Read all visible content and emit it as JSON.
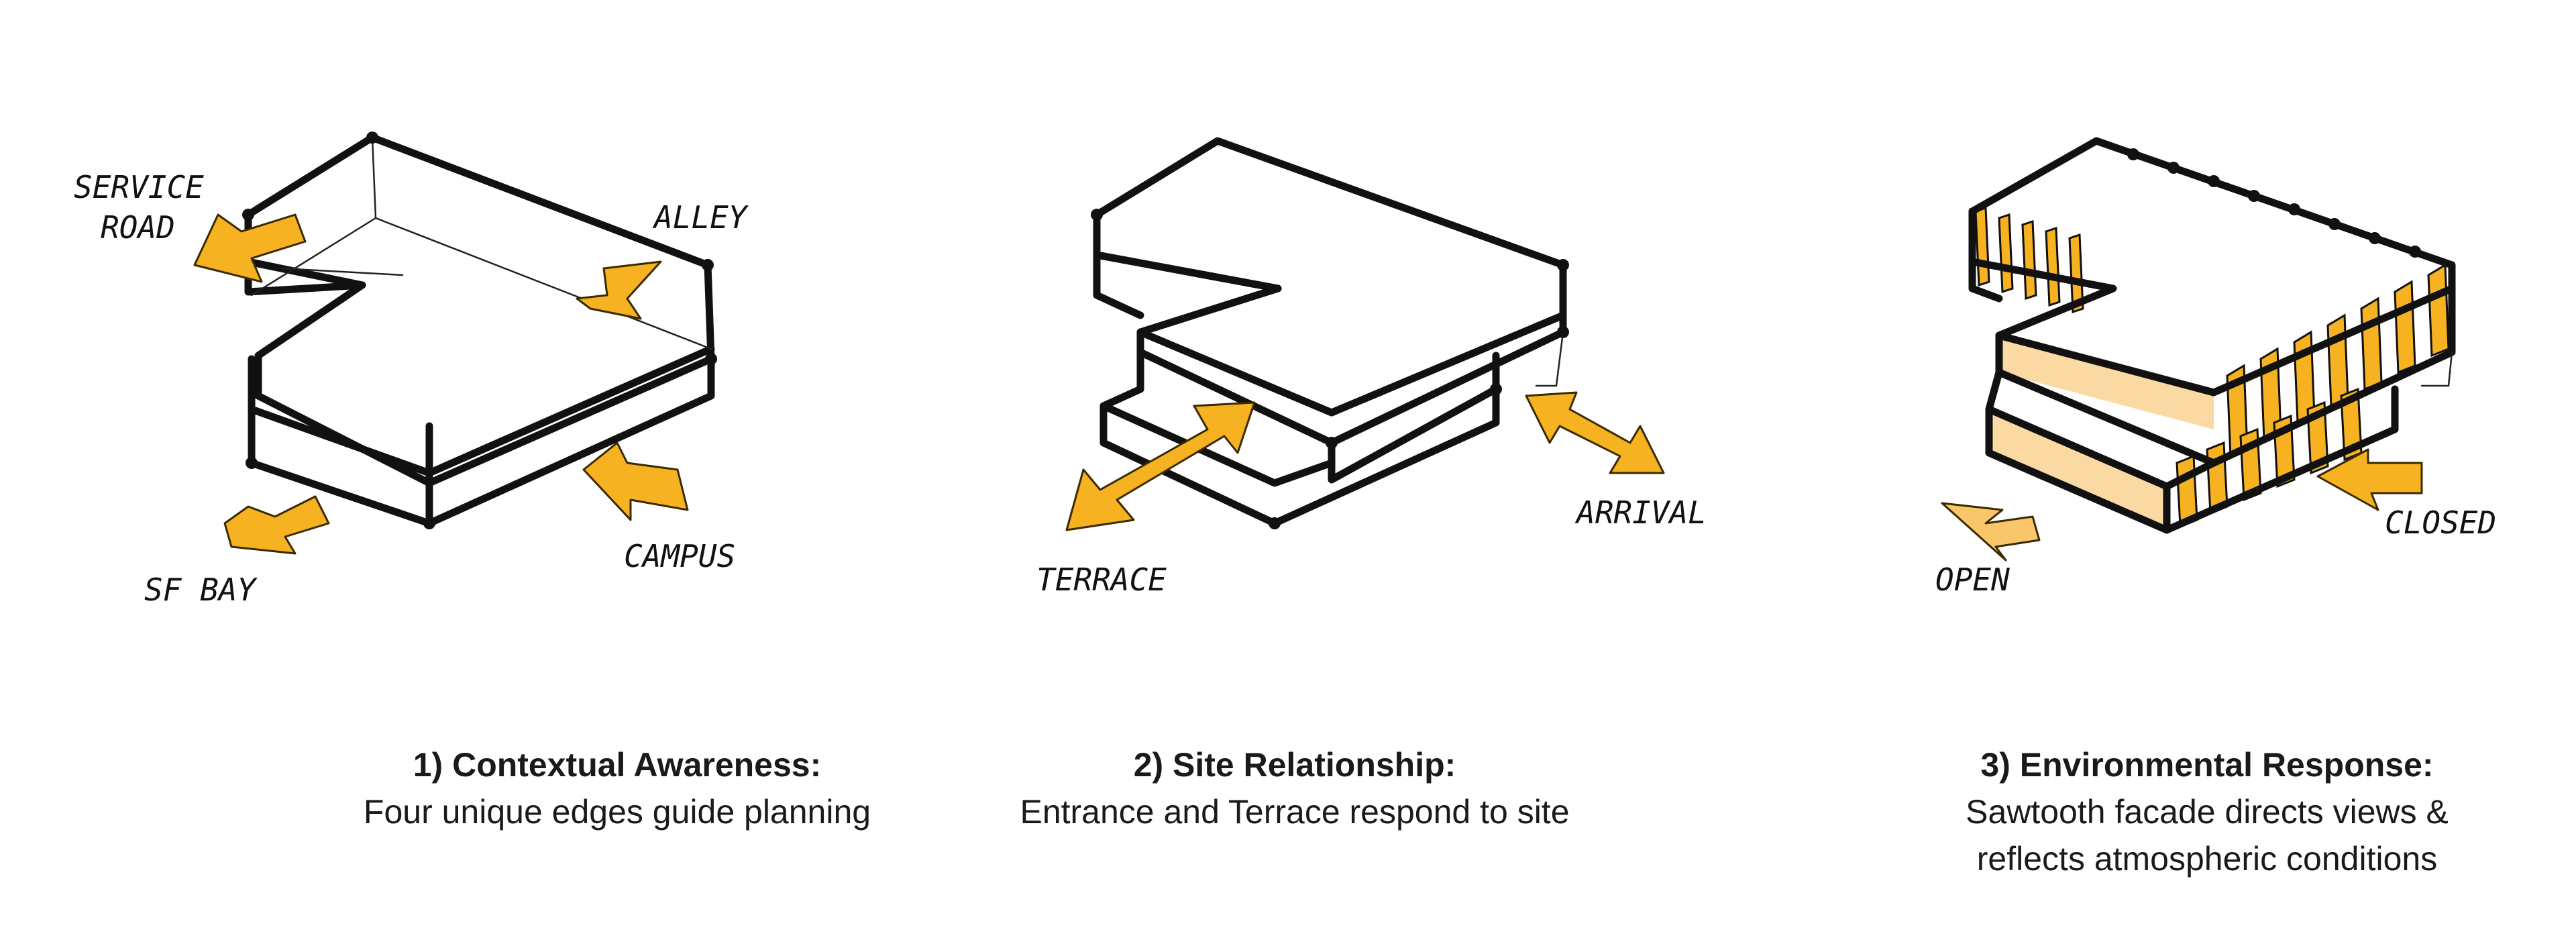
{
  "colors": {
    "arrow": "#f6b221",
    "arrow_light": "#f9c76a",
    "tint": "#fbd9a3",
    "ink": "#111111"
  },
  "panels": [
    {
      "labels": {
        "service_road_1": "SERVICE",
        "service_road_2": "ROAD",
        "alley": "ALLEY",
        "campus": "CAMPUS",
        "sf_bay": "SF BAY"
      },
      "title": "1) Contextual Awareness:",
      "description": [
        "Four unique edges guide planning"
      ]
    },
    {
      "labels": {
        "terrace": "TERRACE",
        "arrival": "ARRIVAL"
      },
      "title": "2) Site Relationship:",
      "description": [
        "Entrance and Terrace respond to site"
      ]
    },
    {
      "labels": {
        "open": "OPEN",
        "closed": "CLOSED"
      },
      "title": "3) Environmental Response:",
      "description": [
        "Sawtooth facade directs views &",
        "reflects atmospheric conditions"
      ]
    }
  ]
}
